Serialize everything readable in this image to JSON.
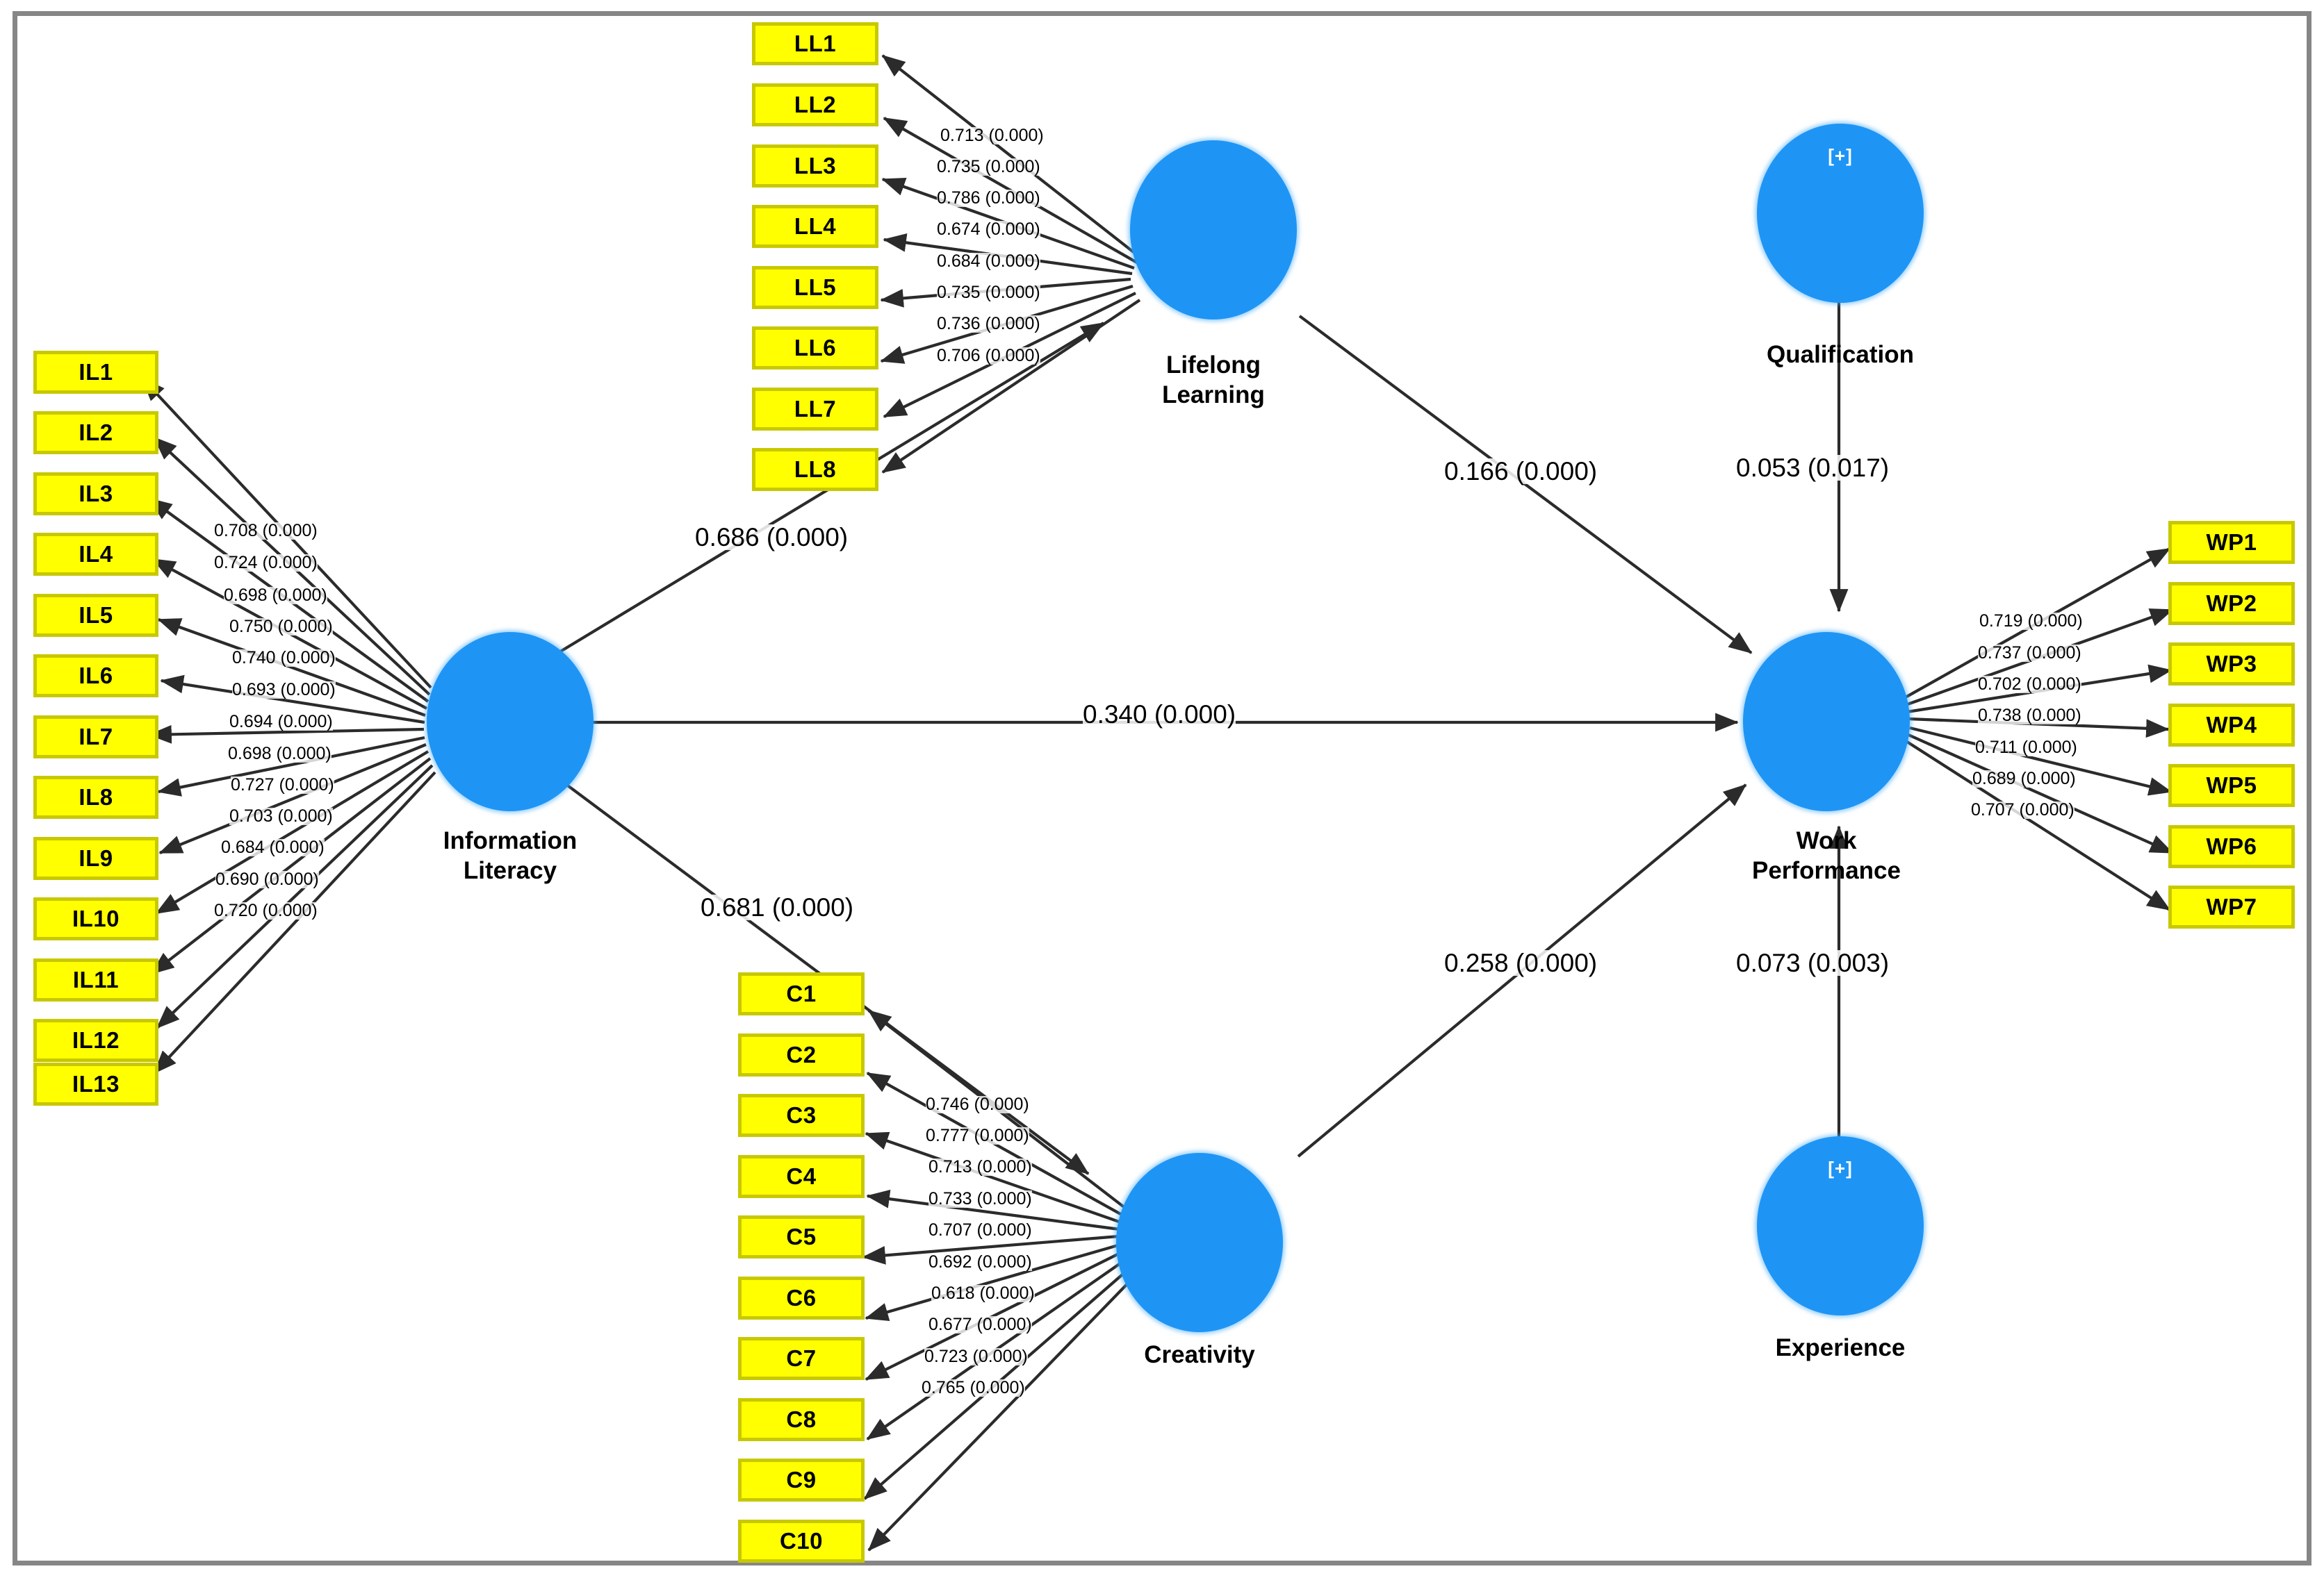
{
  "diagram": {
    "title": "PLS-SEM Path Model",
    "colors": {
      "indicator_fill": "#ffff00",
      "indicator_border": "#c8c800",
      "construct_fill": "#1e95f5",
      "frame_border": "#868686",
      "text": "#000000"
    },
    "plus_marker": "[+]"
  },
  "constructs": [
    {
      "id": "information_literacy",
      "label": "Information\nLiteracy",
      "has_plus": false
    },
    {
      "id": "lifelong_learning",
      "label": "Lifelong\nLearning",
      "has_plus": false
    },
    {
      "id": "creativity",
      "label": "Creativity",
      "has_plus": false
    },
    {
      "id": "work_performance",
      "label": "Work\nPerformance",
      "has_plus": false
    },
    {
      "id": "qualification",
      "label": "Qualification",
      "has_plus": true
    },
    {
      "id": "experience",
      "label": "Experience",
      "has_plus": true
    }
  ],
  "indicator_blocks": {
    "information_literacy": {
      "items": [
        "IL1",
        "IL2",
        "IL3",
        "IL4",
        "IL5",
        "IL6",
        "IL7",
        "IL8",
        "IL9",
        "IL10",
        "IL11",
        "IL12",
        "IL13"
      ],
      "loadings": [
        "0.708 (0.000)",
        "0.724 (0.000)",
        "0.698 (0.000)",
        "0.750 (0.000)",
        "0.740 (0.000)",
        "0.693 (0.000)",
        "0.694 (0.000)",
        "0.698 (0.000)",
        "0.727 (0.000)",
        "0.703 (0.000)",
        "0.684 (0.000)",
        "0.690 (0.000)",
        "0.720 (0.000)"
      ]
    },
    "lifelong_learning": {
      "items": [
        "LL1",
        "LL2",
        "LL3",
        "LL4",
        "LL5",
        "LL6",
        "LL7",
        "LL8"
      ],
      "loadings": [
        "0.713 (0.000)",
        "0.735 (0.000)",
        "0.786 (0.000)",
        "0.674 (0.000)",
        "0.684 (0.000)",
        "0.735 (0.000)",
        "0.736 (0.000)",
        "0.706 (0.000)"
      ]
    },
    "creativity": {
      "items": [
        "C1",
        "C2",
        "C3",
        "C4",
        "C5",
        "C6",
        "C7",
        "C8",
        "C9",
        "C10"
      ],
      "loadings": [
        "0.746 (0.000)",
        "0.777 (0.000)",
        "0.713 (0.000)",
        "0.733 (0.000)",
        "0.707 (0.000)",
        "0.692 (0.000)",
        "0.618 (0.000)",
        "0.677 (0.000)",
        "0.723 (0.000)",
        "0.765 (0.000)"
      ]
    },
    "work_performance": {
      "items": [
        "WP1",
        "WP2",
        "WP3",
        "WP4",
        "WP5",
        "WP6",
        "WP7"
      ],
      "loadings": [
        "0.719 (0.000)",
        "0.737 (0.000)",
        "0.702 (0.000)",
        "0.738 (0.000)",
        "0.711 (0.000)",
        "0.689 (0.000)",
        "0.707 (0.000)"
      ]
    }
  },
  "paths": [
    {
      "id": "il_to_ll",
      "from": "information_literacy",
      "to": "lifelong_learning",
      "label": "0.686 (0.000)"
    },
    {
      "id": "il_to_wp",
      "from": "information_literacy",
      "to": "work_performance",
      "label": "0.340 (0.000)"
    },
    {
      "id": "il_to_c",
      "from": "information_literacy",
      "to": "creativity",
      "label": "0.681 (0.000)"
    },
    {
      "id": "ll_to_wp",
      "from": "lifelong_learning",
      "to": "work_performance",
      "label": "0.166 (0.000)"
    },
    {
      "id": "c_to_wp",
      "from": "creativity",
      "to": "work_performance",
      "label": "0.258 (0.000)"
    },
    {
      "id": "qual_to_wp",
      "from": "qualification",
      "to": "work_performance",
      "label": "0.053 (0.017)"
    },
    {
      "id": "exp_to_wp",
      "from": "experience",
      "to": "work_performance",
      "label": "0.073 (0.003)"
    }
  ]
}
